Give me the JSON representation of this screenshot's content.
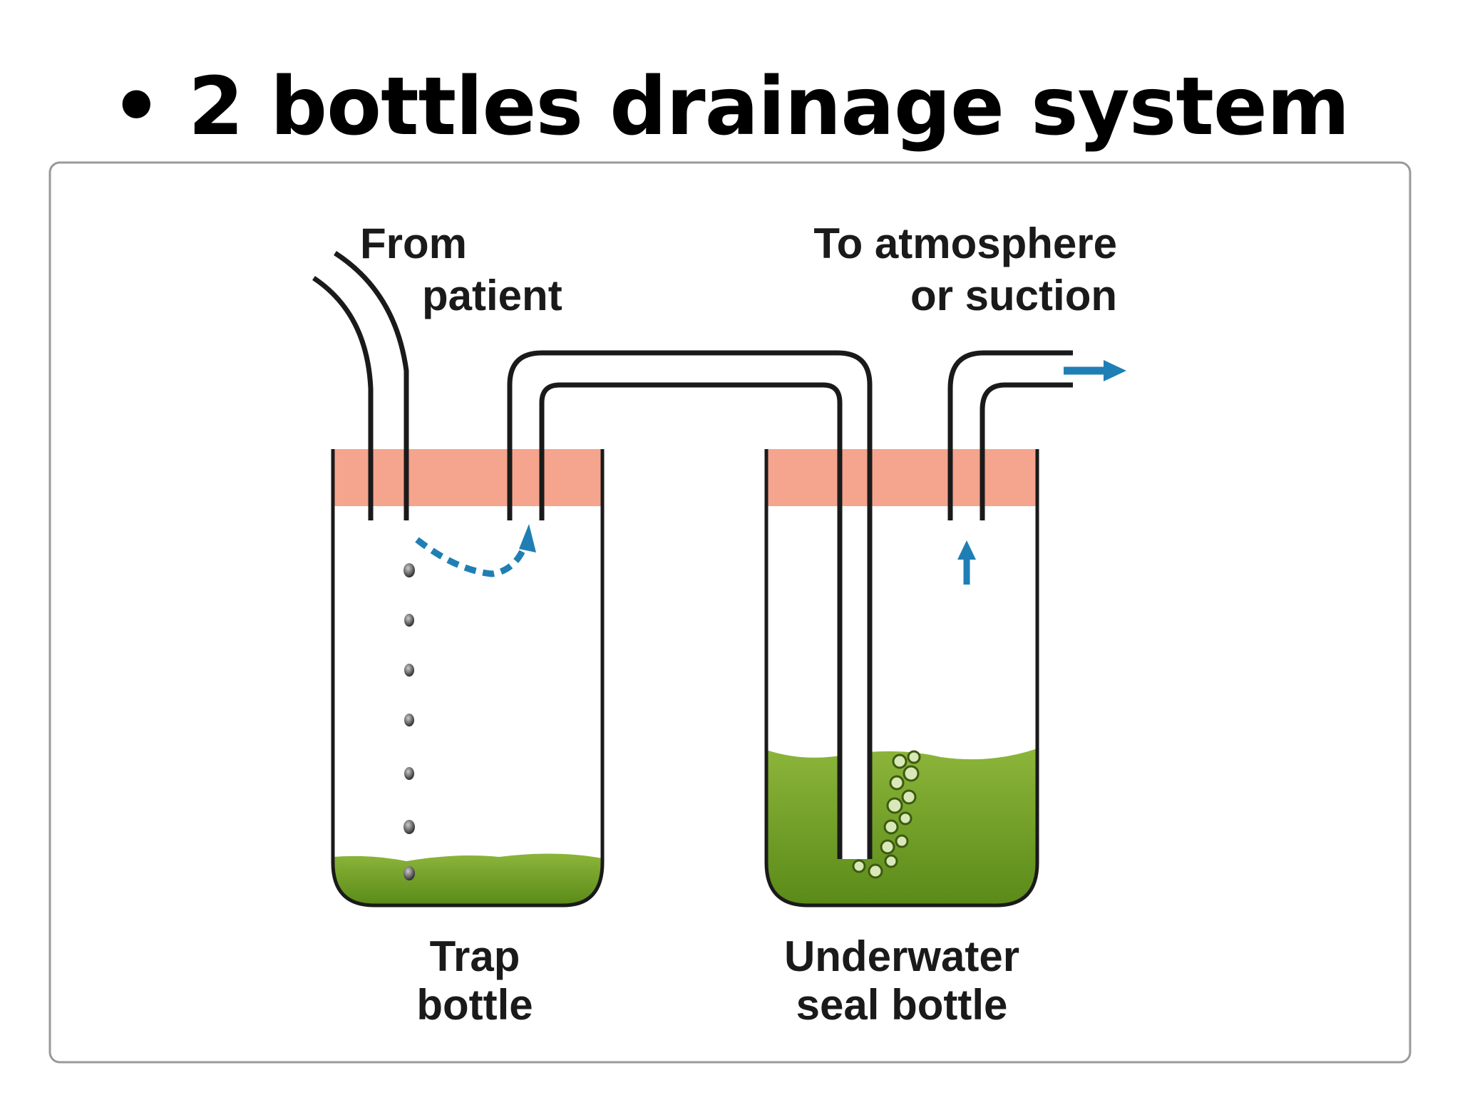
{
  "slide": {
    "title": "• 2 bottles drainage system"
  },
  "diagram": {
    "labels": {
      "from_patient_line1": "From",
      "from_patient_line2": "patient",
      "to_atmosphere_line1": "To atmosphere",
      "to_atmosphere_line2": "or suction",
      "trap_line1": "Trap",
      "trap_line2": "bottle",
      "seal_line1": "Underwater",
      "seal_line2": "seal bottle"
    },
    "colors": {
      "stopper": "#f5a48d",
      "fluid": "#6b9a22",
      "fluid_light": "#8cb53a",
      "arrow": "#1f7fb5",
      "outline": "#1a1a1a"
    }
  }
}
